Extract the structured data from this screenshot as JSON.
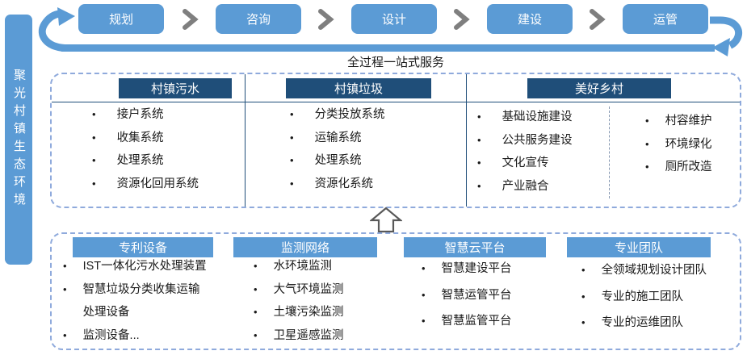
{
  "colors": {
    "primary_blue": "#5B9BD5",
    "dark_navy": "#1F4E79",
    "chevron_gray": "#7F7F7F",
    "dashed_border": "#8FAADC",
    "arrow_outline": "#595959",
    "text_dark": "#1a1a1a"
  },
  "sidebar": {
    "label": "聚光村镇生态环境"
  },
  "process_flow": {
    "steps": [
      {
        "label": "规划"
      },
      {
        "label": "咨询"
      },
      {
        "label": "设计"
      },
      {
        "label": "建设"
      },
      {
        "label": "运管"
      }
    ]
  },
  "banner": {
    "label": "全过程一站式服务"
  },
  "service_box": {
    "columns": [
      {
        "header": "村镇污水",
        "items": [
          "接户系统",
          "收集系统",
          "处理系统",
          "资源化回用系统"
        ]
      },
      {
        "header": "村镇垃圾",
        "items": [
          "分类投放系统",
          "运输系统",
          "处理系统",
          "资源化系统"
        ]
      },
      {
        "header": "美好乡村",
        "items_left": [
          "基础设施建设",
          "公共服务建设",
          "文化宣传",
          "产业融合"
        ],
        "items_right": [
          "村容维护",
          "环境绿化",
          "厕所改造"
        ]
      }
    ]
  },
  "capability_box": {
    "columns": [
      {
        "header": "专利设备",
        "items": [
          "IST一体化污水处理装置",
          "智慧垃圾分类收集运输处理设备",
          "监测设备..."
        ]
      },
      {
        "header": "监测网络",
        "items": [
          "水环境监测",
          "大气环境监测",
          "土壤污染监测",
          "卫星遥感监测"
        ]
      },
      {
        "header": "智慧云平台",
        "items": [
          "智慧建设平台",
          "智慧运管平台",
          "智慧监管平台"
        ]
      },
      {
        "header": "专业团队",
        "items": [
          "全领域规划设计团队",
          "专业的施工团队",
          "专业的运维团队"
        ]
      }
    ]
  },
  "icons": {
    "flow_loop_left": "curved-arrow-up-right",
    "flow_loop_right": "curved-arrow-down-left",
    "step_chevron": "chevron-right",
    "up_arrow": "hollow-up-arrow",
    "bullet": "•"
  }
}
